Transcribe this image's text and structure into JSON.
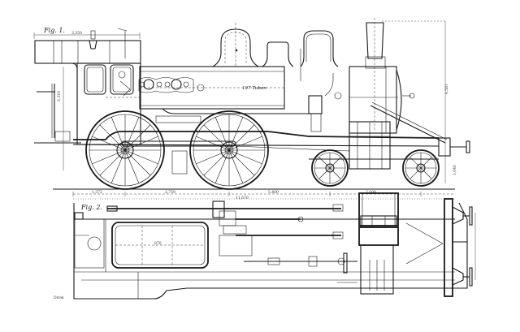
{
  "drawing": {
    "subject": "Steam locomotive technical drawing",
    "background_color": "#ffffff",
    "ink_color": "#1a1a1a",
    "fig1": {
      "label": "Fig. 1.",
      "view": "side elevation",
      "tube_note": "197 Tuben",
      "dimensions": {
        "cab_roof_length": "3,350",
        "overall_height": "4,581",
        "cab_height": "2,316",
        "wheelbase_rear": "1,372",
        "wheelbase_coupled": "2,750",
        "wheelbase_front": "5,400",
        "wheelbase_bogie": "2,100",
        "overall_wheelbase": "11,670",
        "buffer_height": "1,040"
      }
    },
    "fig2": {
      "label": "Fig. 2.",
      "view": "plan view",
      "firebox_dim": "870",
      "signature": "Direk"
    }
  }
}
